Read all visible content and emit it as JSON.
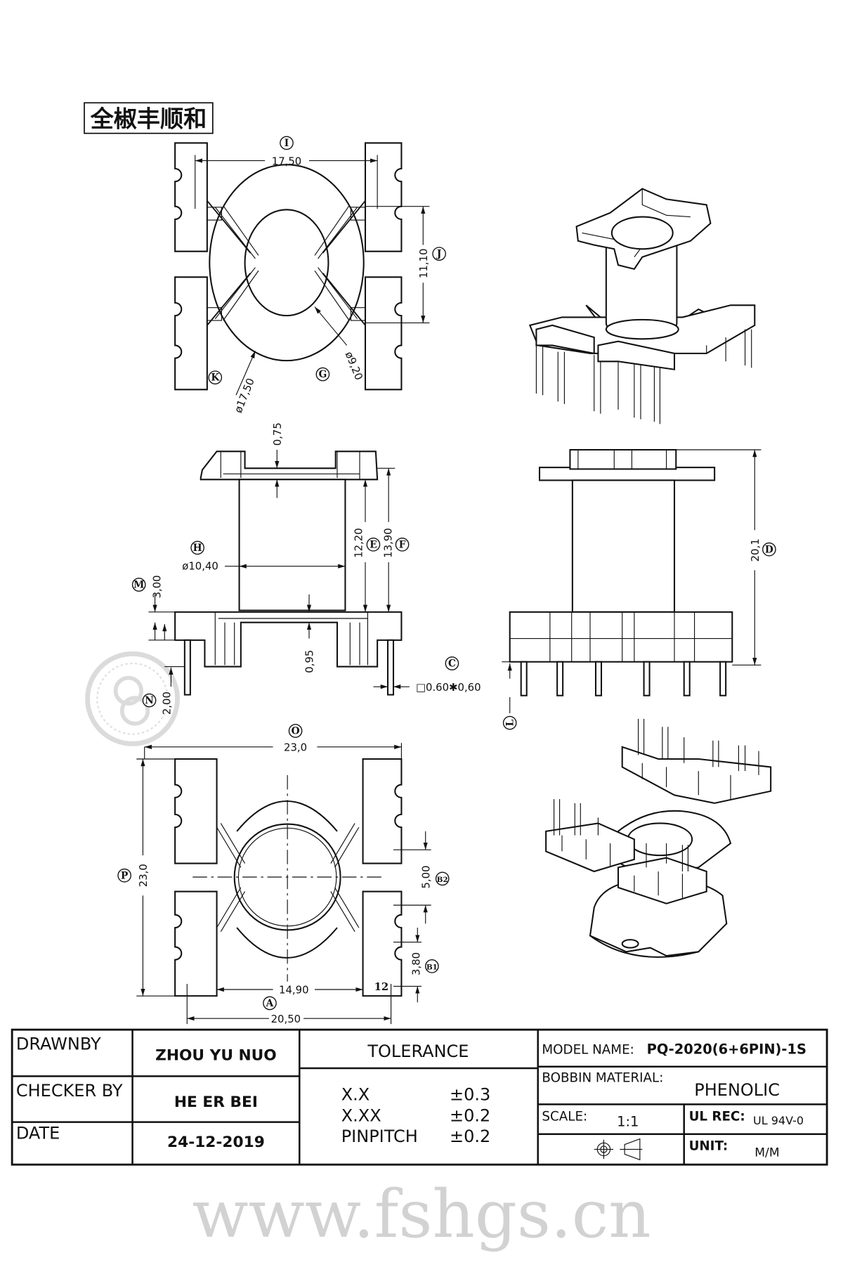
{
  "stamp": {
    "title": "全椒丰顺和"
  },
  "watermark": {
    "text": "www.fshgs.cn"
  },
  "top_view": {
    "I": {
      "letter": "I",
      "value": "17,50"
    },
    "J": {
      "letter": "J",
      "value": "11,10"
    },
    "K": {
      "letter": "K",
      "value": "ø17,50"
    },
    "G": {
      "letter": "G",
      "value": "ø9,20"
    }
  },
  "front_view": {
    "top_flange": {
      "value": "0,75"
    },
    "E": {
      "letter": "E",
      "value": "12,20"
    },
    "F": {
      "letter": "F",
      "value": "13,90"
    },
    "H": {
      "letter": "H",
      "value": "ø10,40"
    },
    "M": {
      "letter": "M",
      "value": "3,00"
    },
    "bottom_flange": {
      "value": "0,95"
    },
    "N": {
      "letter": "N",
      "value": "2,00"
    },
    "C": {
      "letter": "C",
      "value": "□0.60✱0,60"
    }
  },
  "side_view": {
    "D": {
      "letter": "D",
      "value": "20,1"
    },
    "L": {
      "letter": "L"
    }
  },
  "bottom_view": {
    "O": {
      "letter": "O",
      "value": "23,0"
    },
    "P": {
      "letter": "P",
      "value": "23,0"
    },
    "inner_width": {
      "value": "14,90"
    },
    "A": {
      "letter": "A",
      "value": "20,50"
    },
    "B2": {
      "letter": "B2",
      "value": "5,00"
    },
    "B1": {
      "letter": "B1",
      "value": "3,80"
    },
    "pin_number": "12"
  },
  "title_block": {
    "drawn_by_label": "DRAWNBY",
    "drawn_by": "ZHOU YU NUO",
    "checker_label": "CHECKER BY",
    "checker": "HE ER BEI",
    "date_label": "DATE",
    "date": "24-12-2019",
    "tolerance_label": "TOLERANCE",
    "tolerances": [
      {
        "name": "X.X",
        "value": "±0.3"
      },
      {
        "name": "X.XX",
        "value": "±0.2"
      },
      {
        "name": "PINPITCH",
        "value": "±0.2"
      }
    ],
    "model_label": "MODEL NAME:",
    "model": "PQ-2020(6+6PIN)-1S",
    "material_label": "BOBBIN MATERIAL:",
    "material": "PHENOLIC",
    "scale_label": "SCALE:",
    "scale": "1:1",
    "ul_label": "UL REC:",
    "ul": "UL 94V-0",
    "unit_label": "UNIT:",
    "unit": "M/M"
  }
}
